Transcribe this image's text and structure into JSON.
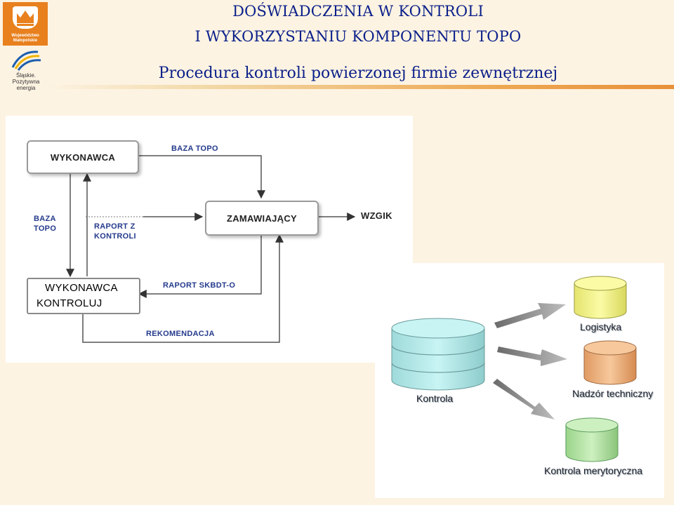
{
  "header": {
    "title_line1": "DOŚWIADCZENIA W KONTROLI",
    "title_line2": "I WYKORZYSTANIU KOMPONENTU TOPO",
    "subtitle": "Procedura kontroli powierzonej firmie zewnętrznej"
  },
  "logos": {
    "malopolskie": "Województwo Małopolskie",
    "slaskie_line1": "Śląskie.",
    "slaskie_line2": "Pozytywna energia"
  },
  "flow_diagram": {
    "nodes": {
      "wykonawca": "WYKONAWCA",
      "zamawiajacy": "ZAMAWIAJĄCY",
      "kontroler_line1": "WYKONAWCA",
      "kontroler_line2": "KONTROLUJ"
    },
    "edges": {
      "baza_topo_top": "BAZA TOPO",
      "wzgik": "WZGIK",
      "baza_topo_left_line1": "BAZA",
      "baza_topo_left_line2": "TOPO",
      "raport_z_kontroli_line1": "RAPORT Z",
      "raport_z_kontroli_line2": "KONTROLI",
      "raport_skbdt": "RAPORT SKBDT-O",
      "rekomendacja": "REKOMENDACJA"
    }
  },
  "db_diagram": {
    "source": "Kontrola",
    "targets": [
      "Logistyka",
      "Nadzór techniczny",
      "Kontrola merytoryczna"
    ],
    "colors": {
      "source": "#b6ecec",
      "logistyka": "#f2f28a",
      "nadzor": "#eeb07c",
      "merytoryczna": "#b6e6a6"
    }
  }
}
